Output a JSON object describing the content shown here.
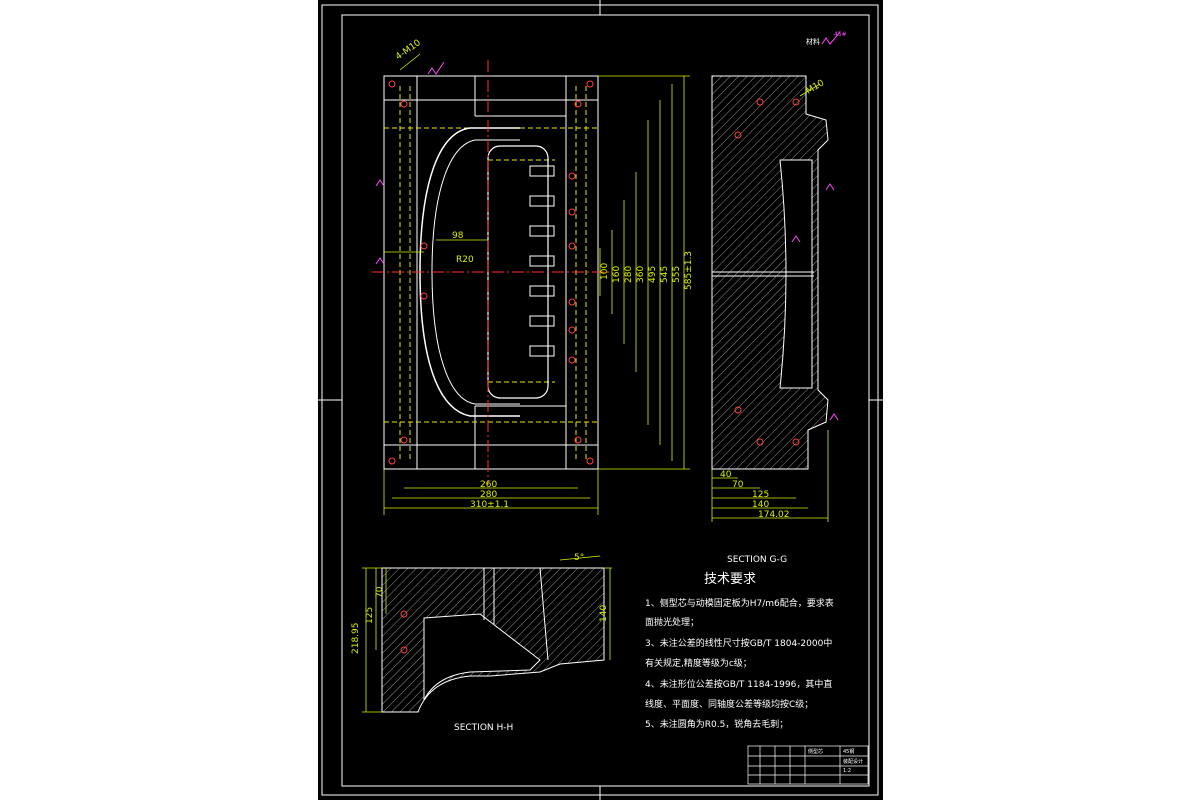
{
  "drawing": {
    "material_label": "材料",
    "material_mark": "45#",
    "sections": {
      "gg_caption": "SECTION G-G",
      "hh_caption": "SECTION H-H"
    },
    "tech_requirements": {
      "title": "技术要求",
      "lines": [
        "1、侧型芯与动模固定板为H7/m6配合，要求表",
        "   面抛光处理；",
        "3、未注公差的线性尺寸按GB/T 1804-2000中",
        "   有关规定,精度等级为c级；",
        "4、未注形位公差按GB/T 1184-1996，其中直",
        "   线度、平面度、同轴度公差等级均按C级；",
        "5、未注圆角为R0.5，锐角去毛刺；"
      ]
    },
    "main_view_dims": {
      "bottom": [
        "260",
        "280",
        "310±1.1"
      ],
      "right": [
        "100",
        "160",
        "280",
        "360",
        "495",
        "545",
        "555",
        "585±1.3"
      ],
      "inner": [
        "98",
        "R20"
      ],
      "top_left": "4-M10"
    },
    "gg_dims": {
      "bottom": [
        "40",
        "70",
        "125",
        "140",
        "174.02"
      ],
      "top_right": "M10"
    },
    "hh_dims": {
      "left": [
        "70",
        "125",
        "218.95"
      ],
      "right": "140",
      "top": "5°"
    },
    "title_block": {
      "name": "侧型芯",
      "material": "45钢",
      "scale": "1:2",
      "school": "装配设计"
    }
  }
}
